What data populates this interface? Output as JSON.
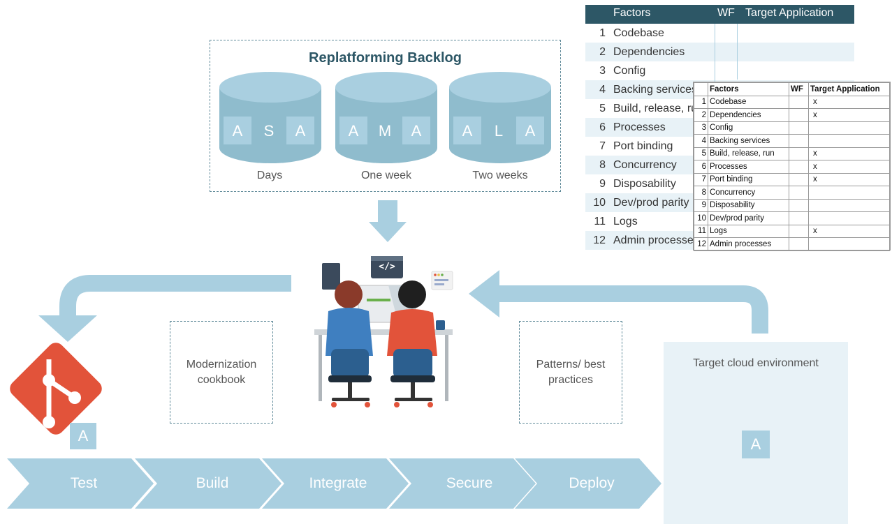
{
  "backlog": {
    "title": "Replatforming Backlog",
    "databases": [
      {
        "letters": [
          "A",
          "S",
          "A"
        ],
        "label": "Days"
      },
      {
        "letters": [
          "A",
          "M",
          "A"
        ],
        "label": "One week"
      },
      {
        "letters": [
          "A",
          "L",
          "A"
        ],
        "label": "Two weeks"
      }
    ]
  },
  "boxes": {
    "cookbook": "Modernization cookbook",
    "patterns": "Patterns/ best practices",
    "environment": "Target cloud environment",
    "repo_badge": "A",
    "env_badge": "A"
  },
  "pipeline": [
    "Test",
    "Build",
    "Integrate",
    "Secure",
    "Deploy"
  ],
  "factors_table": {
    "headers": [
      "Factors",
      "WF",
      "Target Application"
    ],
    "rows": [
      {
        "num": "1",
        "name": "Codebase"
      },
      {
        "num": "2",
        "name": "Dependencies"
      },
      {
        "num": "3",
        "name": "Config"
      },
      {
        "num": "4",
        "name": "Backing services"
      },
      {
        "num": "5",
        "name": "Build, release, run"
      },
      {
        "num": "6",
        "name": "Processes"
      },
      {
        "num": "7",
        "name": "Port binding"
      },
      {
        "num": "8",
        "name": "Concurrency"
      },
      {
        "num": "9",
        "name": "Disposability"
      },
      {
        "num": "10",
        "name": "Dev/prod parity"
      },
      {
        "num": "11",
        "name": "Logs"
      },
      {
        "num": "12",
        "name": "Admin processes"
      }
    ]
  },
  "small_table": {
    "headers": [
      "Factors",
      "WF",
      "Target Application"
    ],
    "rows": [
      {
        "num": "1",
        "name": "Codebase",
        "wf": "",
        "target": "x"
      },
      {
        "num": "2",
        "name": "Dependencies",
        "wf": "",
        "target": "x"
      },
      {
        "num": "3",
        "name": "Config",
        "wf": "",
        "target": ""
      },
      {
        "num": "4",
        "name": "Backing services",
        "wf": "",
        "target": ""
      },
      {
        "num": "5",
        "name": "Build, release, run",
        "wf": "",
        "target": "x"
      },
      {
        "num": "6",
        "name": "Processes",
        "wf": "",
        "target": "x"
      },
      {
        "num": "7",
        "name": "Port binding",
        "wf": "",
        "target": "x"
      },
      {
        "num": "8",
        "name": "Concurrency",
        "wf": "",
        "target": ""
      },
      {
        "num": "9",
        "name": "Disposability",
        "wf": "",
        "target": ""
      },
      {
        "num": "10",
        "name": "Dev/prod parity",
        "wf": "",
        "target": ""
      },
      {
        "num": "11",
        "name": "Logs",
        "wf": "",
        "target": "x"
      },
      {
        "num": "12",
        "name": "Admin processes",
        "wf": "",
        "target": ""
      }
    ]
  },
  "illustration": {
    "code_symbol": "</>"
  },
  "colors": {
    "light_blue": "#a9cfe0",
    "mid_blue": "#7fb0c2",
    "dark_teal": "#2d5766",
    "git_red": "#e2533a",
    "header_teal": "#2d5766"
  }
}
